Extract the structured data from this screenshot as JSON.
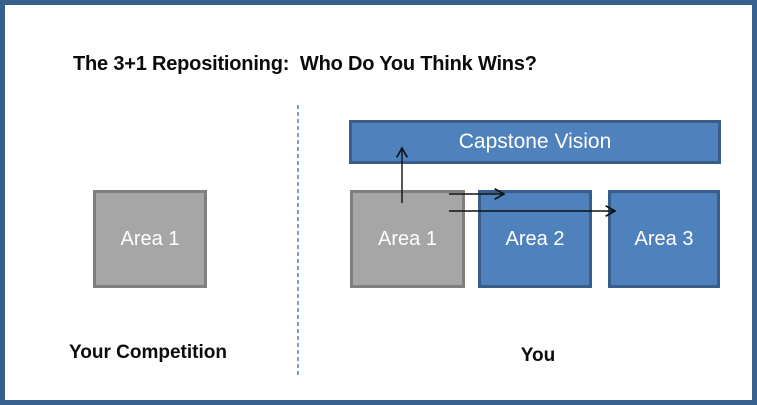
{
  "title": "The 3+1 Repositioning:  Who Do You Think Wins?",
  "left_section": {
    "box": {
      "label": "Area 1"
    },
    "caption": "Your Competition"
  },
  "right_section": {
    "banner": {
      "label": "Capstone Vision"
    },
    "boxes": [
      {
        "label": "Area 1"
      },
      {
        "label": "Area 2"
      },
      {
        "label": "Area 3"
      }
    ],
    "caption": "You"
  },
  "arrows": [
    {
      "name": "area1-to-capstone-vision",
      "direction": "up"
    },
    {
      "name": "area1-to-area2",
      "direction": "right"
    },
    {
      "name": "area1-to-area3",
      "direction": "right"
    }
  ],
  "colors": {
    "frame": "#36618F",
    "blue_fill": "#4F81BD",
    "blue_border": "#385D8A",
    "gray_fill": "#A6A6A6",
    "gray_border": "#7F7F7F",
    "divider": "#4F81BD",
    "arrow": "#111111",
    "box_text": "#FFFFFF",
    "title_text": "#0B0B0B"
  }
}
